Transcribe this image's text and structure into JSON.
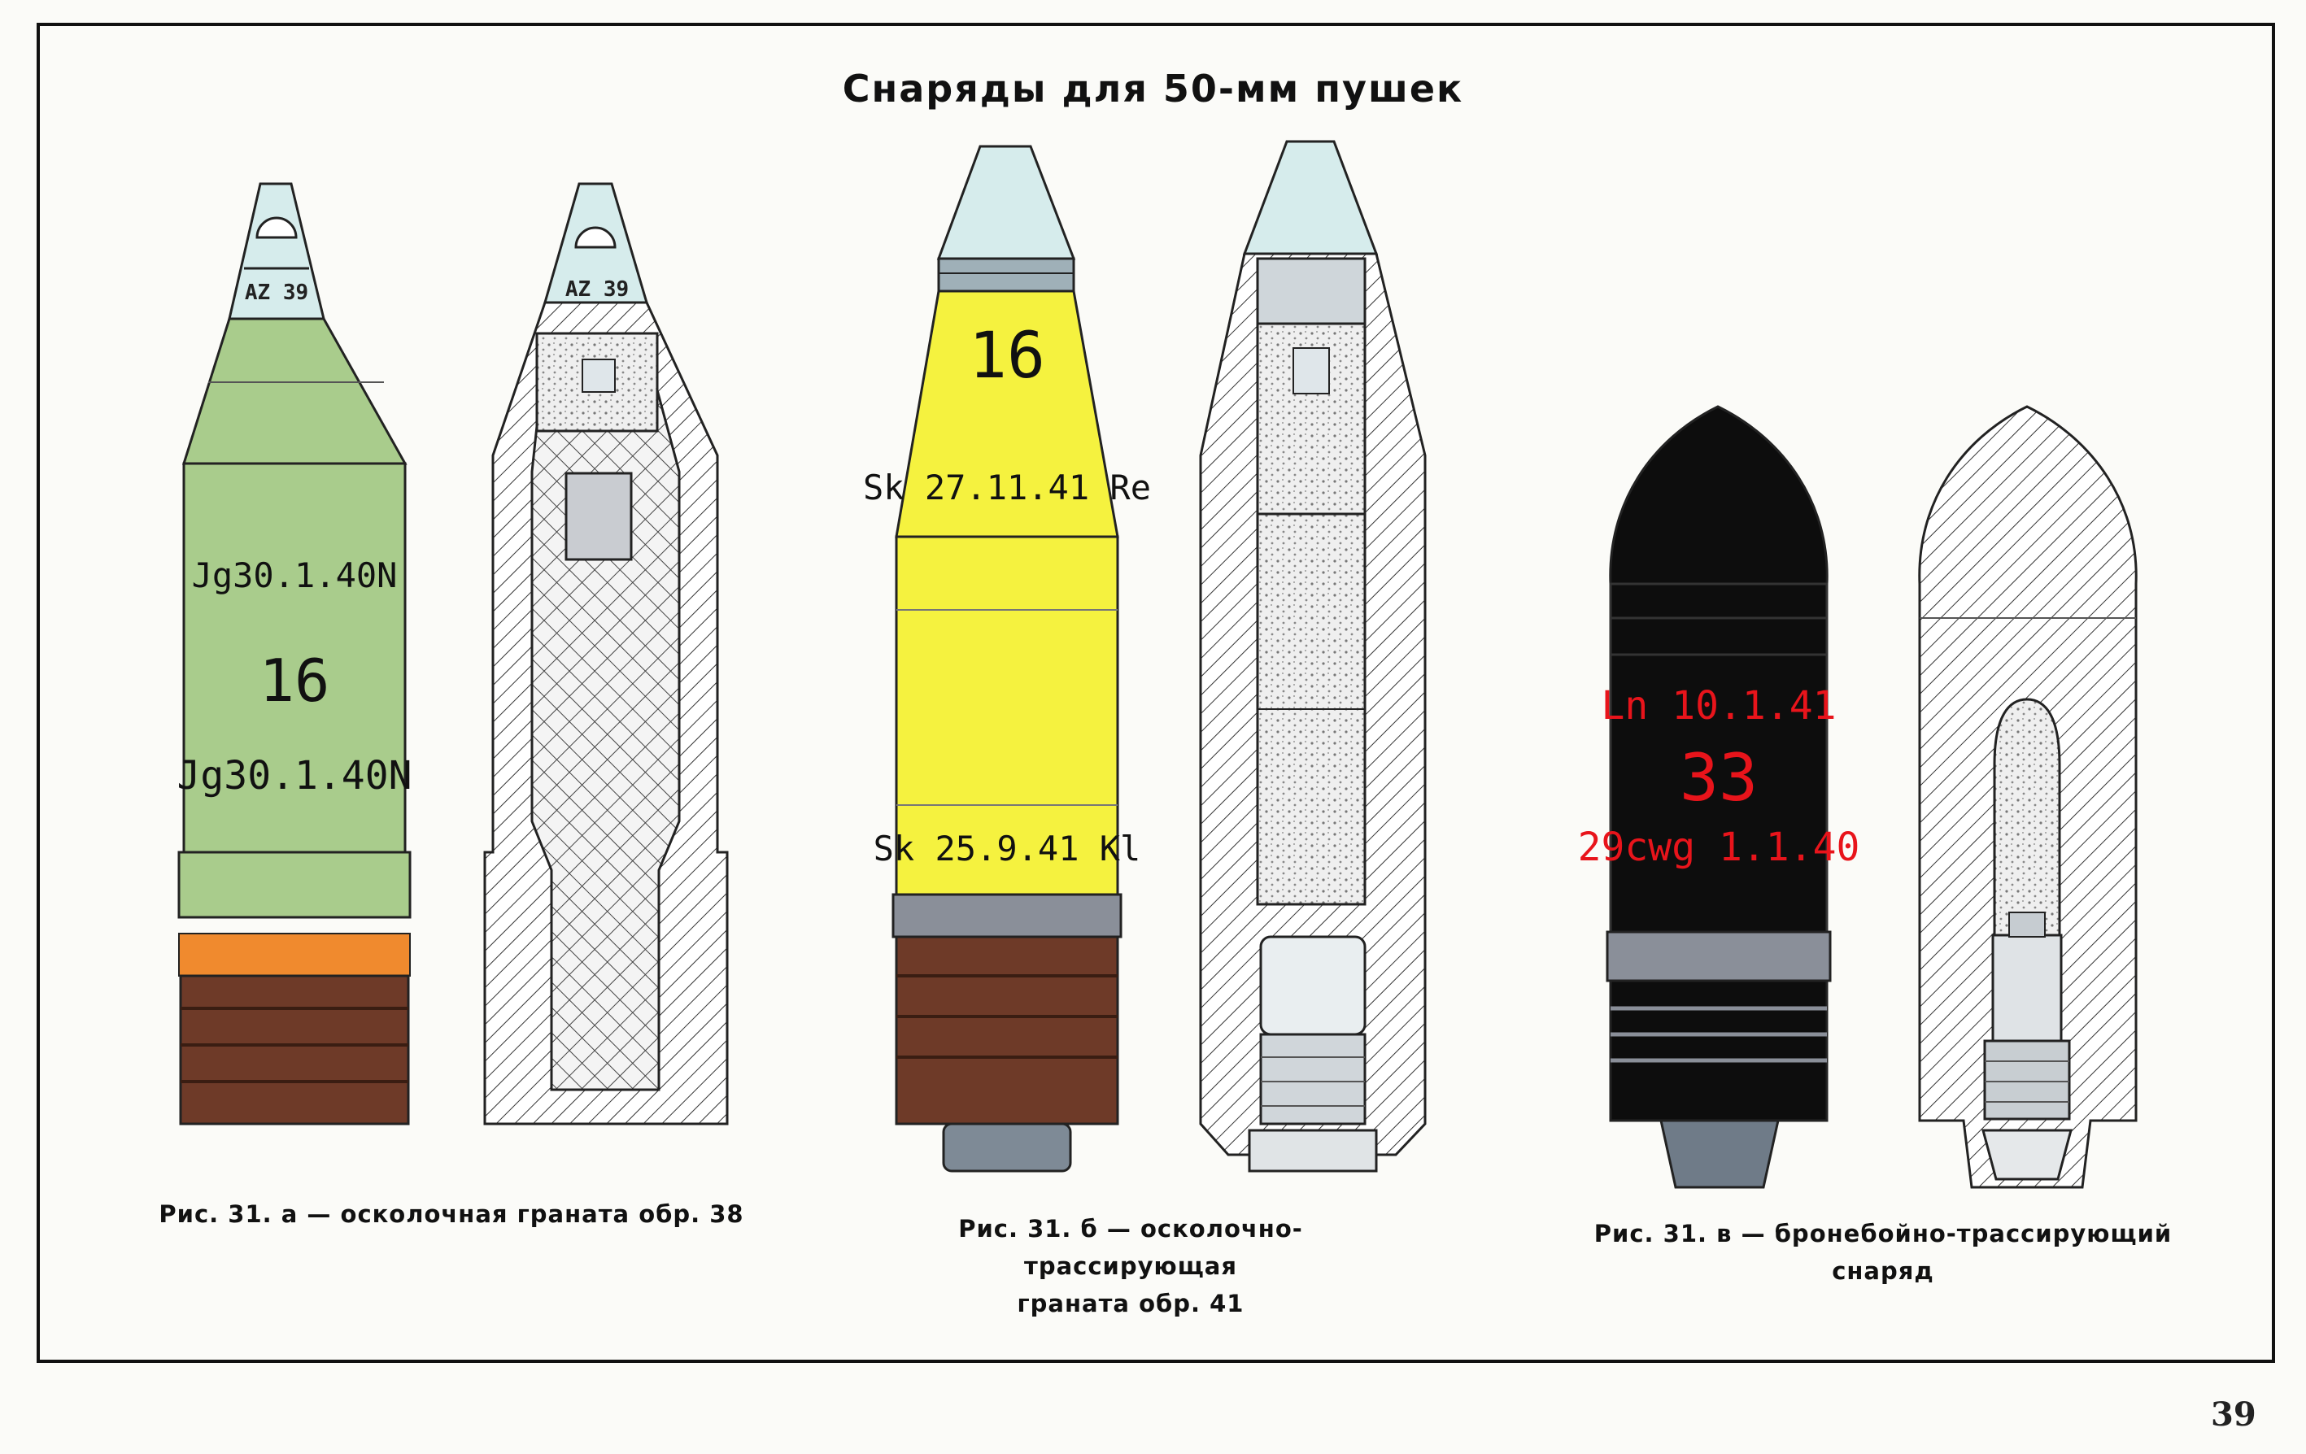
{
  "title": "Снаряды для 50-мм пушек",
  "page_number": "39",
  "colors": {
    "frag_body": "#a9cc8c",
    "frag_band": "#f08a2e",
    "rotating_band": "#6e3a28",
    "tracer_body": "#f5f23f",
    "ap_body": "#0d0d0d",
    "steel_band": "#8a8f99",
    "fuze_cone": "#d6ecec",
    "marking_red": "#e8141b",
    "marking_black": "#111111"
  },
  "shells": [
    {
      "id": "a",
      "caption": "Рис. 31. а — осколочная граната обр. 38",
      "fuze_label": "AZ 39",
      "fuze_label_cut": "AZ 39",
      "markings": [
        "Jg30.1.40N",
        "16",
        "Jg30.1.40N"
      ]
    },
    {
      "id": "b",
      "caption_line1": "Рис. 31. б — осколочно-трассирующая",
      "caption_line2": "граната обр. 41",
      "markings": [
        "16",
        "Sk 27.11.41 Re",
        "Sk 25.9.41 Kl"
      ]
    },
    {
      "id": "v",
      "caption_line1": "Рис. 31. в — бронебойно-трассирующий",
      "caption_line2": "снаряд",
      "markings": [
        "Ln 10.1.41",
        "33",
        "29cwg 1.1.40"
      ]
    }
  ]
}
